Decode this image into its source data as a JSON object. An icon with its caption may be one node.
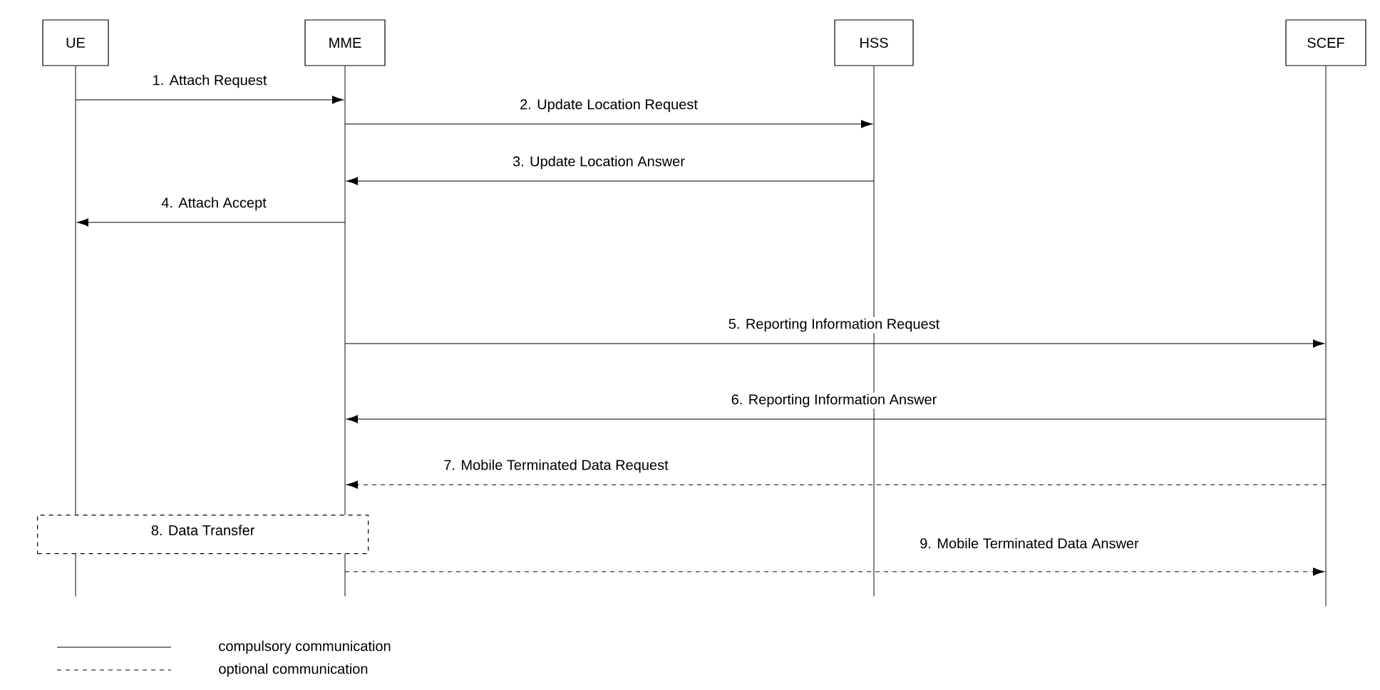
{
  "diagram": {
    "nodes": [
      {
        "text": [
          "UE"
        ]
      },
      {
        "text": [
          "MME"
        ]
      },
      {
        "text": [
          "HSS"
        ]
      },
      {
        "text": [
          "SCEF"
        ]
      },
      {
        "text": [],
        "shape": "line"
      },
      {
        "text": [],
        "shape": "line"
      },
      {
        "text": [],
        "shape": "line"
      },
      {
        "text": [],
        "shape": "line"
      },
      {
        "text": [
          "8. Data Transfer"
        ]
      }
    ],
    "edges": [
      {
        "from": 4,
        "to": 5,
        "arrow": "to",
        "label": "1. Attach Request"
      },
      {
        "from": 5,
        "to": 6,
        "arrow": "to",
        "label": "2. Update Location Request"
      },
      {
        "from": 6,
        "to": 5,
        "arrow": "to",
        "label": "3. Update Location Answer"
      },
      {
        "from": 5,
        "to": 4,
        "arrow": "to",
        "label": "4. Attach Accept"
      },
      {
        "from": 5,
        "to": 7,
        "arrow": "to",
        "label": "5. Reporting Information Request"
      },
      {
        "from": 7,
        "to": 5,
        "arrow": "to",
        "label": "6. Reporting Information Answer"
      },
      {
        "from": 7,
        "to": 5,
        "arrow": "to",
        "label": "7. Mobile Terminated Data Request",
        "style": "dashed"
      },
      {
        "from": 5,
        "to": 7,
        "arrow": "to",
        "label": "9. Mobile Terminated Data Answer",
        "style": "dashed"
      }
    ],
    "legend": [
      {
        "text": "compulsory communication"
      },
      {
        "text": "optional communication"
      }
    ]
  }
}
